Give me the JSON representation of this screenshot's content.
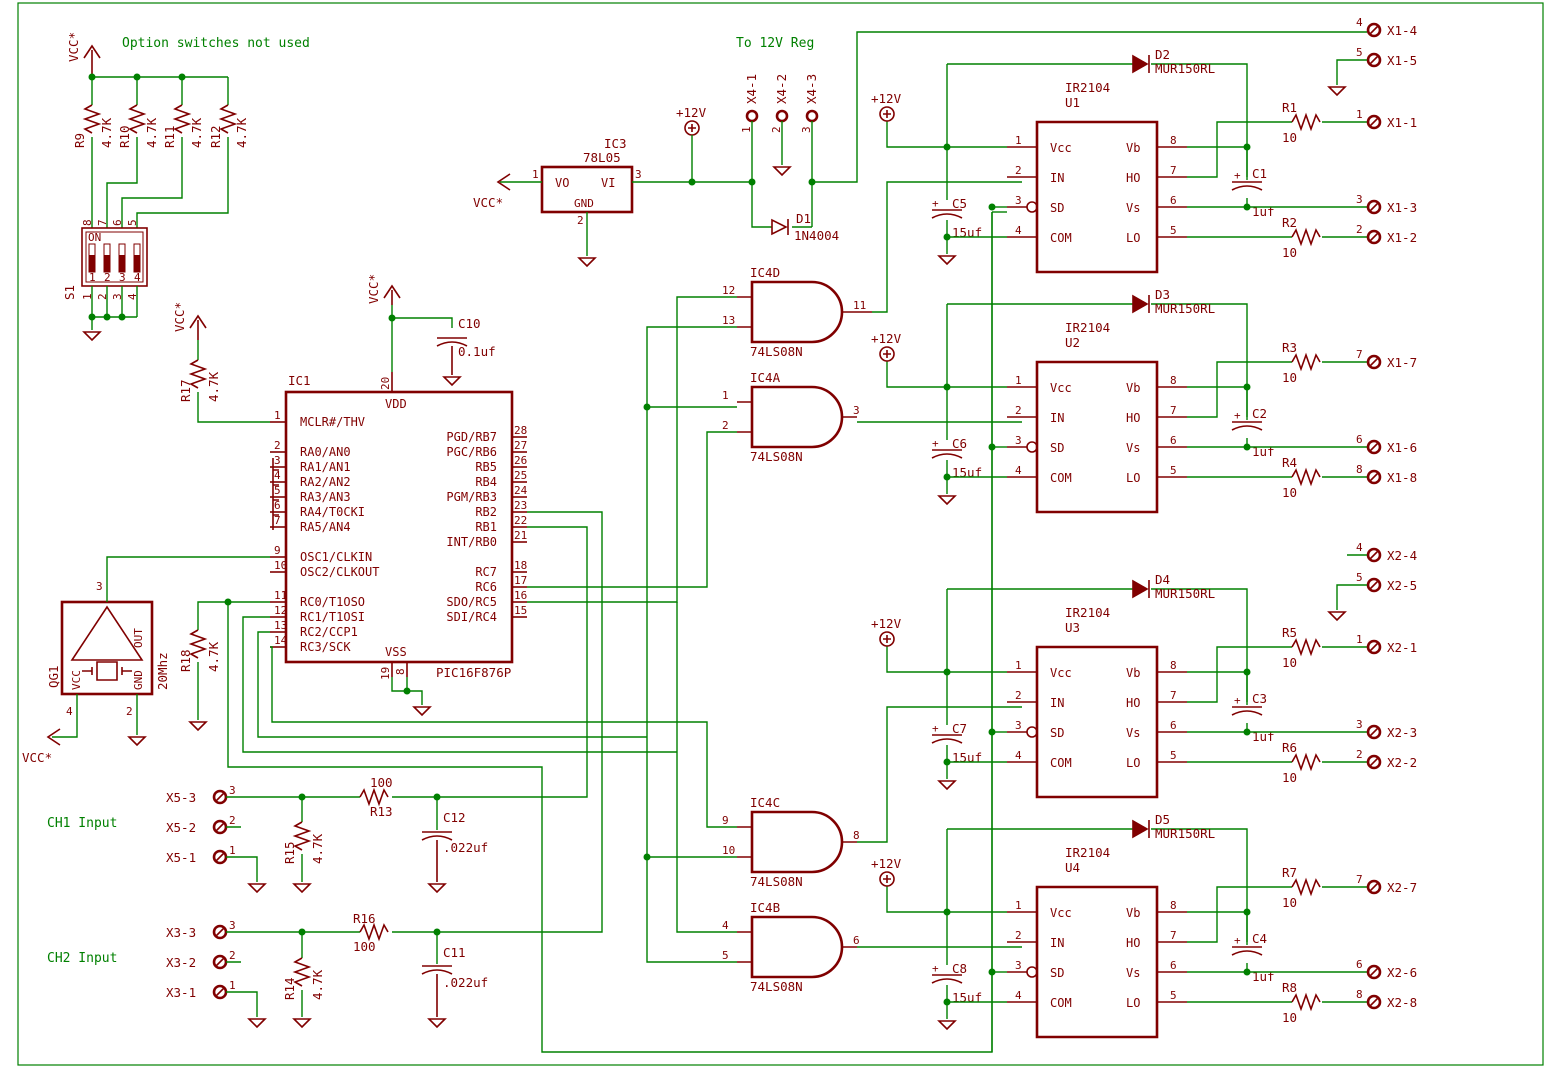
{
  "notes": {
    "option_switches": "Option switches not used",
    "to_12v_reg": "To 12V Reg",
    "ch1_input": "CH1 Input",
    "ch2_input": "CH2 Input"
  },
  "supplies": {
    "vcc": "VCC*",
    "v12": "+12V"
  },
  "ic1": {
    "name": "IC1",
    "part": "PIC16F876P",
    "vdd": "VDD",
    "vss": "VSS",
    "left_pins": [
      {
        "num": "1",
        "name": "MCLR#/THV"
      },
      {
        "num": "2",
        "name": "RA0/AN0"
      },
      {
        "num": "3",
        "name": "RA1/AN1"
      },
      {
        "num": "4",
        "name": "RA2/AN2"
      },
      {
        "num": "5",
        "name": "RA3/AN3"
      },
      {
        "num": "6",
        "name": "RA4/T0CKI"
      },
      {
        "num": "7",
        "name": "RA5/AN4"
      },
      {
        "num": "9",
        "name": "OSC1/CLKIN"
      },
      {
        "num": "10",
        "name": "OSC2/CLKOUT"
      },
      {
        "num": "11",
        "name": "RC0/T1OSO"
      },
      {
        "num": "12",
        "name": "RC1/T1OSI"
      },
      {
        "num": "13",
        "name": "RC2/CCP1"
      },
      {
        "num": "14",
        "name": "RC3/SCK"
      }
    ],
    "right_pins": [
      {
        "num": "28",
        "name": "PGD/RB7"
      },
      {
        "num": "27",
        "name": "PGC/RB6"
      },
      {
        "num": "26",
        "name": "RB5"
      },
      {
        "num": "25",
        "name": "RB4"
      },
      {
        "num": "24",
        "name": "PGM/RB3"
      },
      {
        "num": "23",
        "name": "RB2"
      },
      {
        "num": "22",
        "name": "RB1"
      },
      {
        "num": "21",
        "name": "INT/RB0"
      },
      {
        "num": "18",
        "name": "RC7"
      },
      {
        "num": "17",
        "name": "RC6"
      },
      {
        "num": "16",
        "name": "SDO/RC5"
      },
      {
        "num": "15",
        "name": "SDI/RC4"
      }
    ],
    "pin_vdd": "20",
    "pin_vss1": "19",
    "pin_vss2": "8"
  },
  "ic3": {
    "name": "IC3",
    "part": "78L05",
    "vo": "VO",
    "vi": "VI",
    "gnd": "GND",
    "pin1": "1",
    "pin2": "2",
    "pin3": "3"
  },
  "gates": [
    {
      "name": "IC4D",
      "part": "74LS08N",
      "in1": "12",
      "in2": "13",
      "out": "11"
    },
    {
      "name": "IC4A",
      "part": "74LS08N",
      "in1": "1",
      "in2": "2",
      "out": "3"
    },
    {
      "name": "IC4C",
      "part": "74LS08N",
      "in1": "9",
      "in2": "10",
      "out": "8"
    },
    {
      "name": "IC4B",
      "part": "74LS08N",
      "in1": "4",
      "in2": "5",
      "out": "6"
    }
  ],
  "drivers": [
    {
      "ref": "U1",
      "part": "IR2104",
      "diode": "D2",
      "dpart": "MUR150RL",
      "cboot": "C1",
      "cbval": "1uf",
      "cvcc": "C5",
      "cvval": "15uf",
      "rh": "R1",
      "rl": "R2",
      "rv": "10",
      "conn": [
        {
          "n": "4",
          "l": "X1-4"
        },
        {
          "n": "5",
          "l": "X1-5"
        },
        {
          "n": "1",
          "l": "X1-1"
        },
        {
          "n": "3",
          "l": "X1-3"
        },
        {
          "n": "2",
          "l": "X1-2"
        }
      ]
    },
    {
      "ref": "U2",
      "part": "IR2104",
      "diode": "D3",
      "dpart": "MUR150RL",
      "cboot": "C2",
      "cbval": "1uf",
      "cvcc": "C6",
      "cvval": "15uf",
      "rh": "R3",
      "rl": "R4",
      "rv": "10",
      "conn": [
        {
          "n": "7",
          "l": "X1-7"
        },
        {
          "n": "6",
          "l": "X1-6"
        },
        {
          "n": "8",
          "l": "X1-8"
        }
      ]
    },
    {
      "ref": "U3",
      "part": "IR2104",
      "diode": "D4",
      "dpart": "MUR150RL",
      "cboot": "C3",
      "cbval": "1uf",
      "cvcc": "C7",
      "cvval": "15uf",
      "rh": "R5",
      "rl": "R6",
      "rv": "10",
      "conn": [
        {
          "n": "4",
          "l": "X2-4"
        },
        {
          "n": "5",
          "l": "X2-5"
        },
        {
          "n": "1",
          "l": "X2-1"
        },
        {
          "n": "3",
          "l": "X2-3"
        },
        {
          "n": "2",
          "l": "X2-2"
        }
      ]
    },
    {
      "ref": "U4",
      "part": "IR2104",
      "diode": "D5",
      "dpart": "MUR150RL",
      "cboot": "C4",
      "cbval": "1uf",
      "cvcc": "C8",
      "cvval": "15uf",
      "rh": "R7",
      "rl": "R8",
      "rv": "10",
      "conn": [
        {
          "n": "7",
          "l": "X2-7"
        },
        {
          "n": "6",
          "l": "X2-6"
        },
        {
          "n": "8",
          "l": "X2-8"
        }
      ]
    }
  ],
  "driver_pins": {
    "left": [
      {
        "num": "1",
        "name": "Vcc"
      },
      {
        "num": "2",
        "name": "IN"
      },
      {
        "num": "3",
        "name": "SD"
      },
      {
        "num": "4",
        "name": "COM"
      }
    ],
    "right": [
      {
        "num": "8",
        "name": "Vb"
      },
      {
        "num": "7",
        "name": "HO"
      },
      {
        "num": "6",
        "name": "Vs"
      },
      {
        "num": "5",
        "name": "LO"
      }
    ]
  },
  "pullups": [
    {
      "ref": "R9",
      "val": "4.7K"
    },
    {
      "ref": "R10",
      "val": "4.7K"
    },
    {
      "ref": "R11",
      "val": "4.7K"
    },
    {
      "ref": "R12",
      "val": "4.7K"
    }
  ],
  "switch": {
    "ref": "S1",
    "on": "ON",
    "top_pins": [
      "8",
      "7",
      "6",
      "5"
    ],
    "bottom_pins": [
      "1",
      "2",
      "3",
      "4"
    ],
    "labels": [
      "1",
      "2",
      "3",
      "4"
    ]
  },
  "r17": {
    "ref": "R17",
    "val": "4.7K"
  },
  "r18": {
    "ref": "R18",
    "val": "4.7K"
  },
  "c10": {
    "ref": "C10",
    "val": "0.1uf"
  },
  "osc": {
    "ref": "QG1",
    "freq": "20Mhz",
    "vcc": "VCC",
    "out": "OUT",
    "gnd": "GND",
    "pin3": "3",
    "pin4": "4",
    "pin2": "2"
  },
  "d1": {
    "ref": "D1",
    "part": "1N4004"
  },
  "x4": [
    {
      "n": "1",
      "l": "X4-1"
    },
    {
      "n": "2",
      "l": "X4-2"
    },
    {
      "n": "3",
      "l": "X4-3"
    }
  ],
  "ch1": {
    "conn": [
      {
        "n": "3",
        "l": "X5-3"
      },
      {
        "n": "2",
        "l": "X5-2"
      },
      {
        "n": "1",
        "l": "X5-1"
      }
    ],
    "r_series": {
      "ref": "R13",
      "val": "100"
    },
    "r_pd": {
      "ref": "R15",
      "val": "4.7K"
    },
    "cap": {
      "ref": "C12",
      "val": ".022uf"
    }
  },
  "ch2": {
    "conn": [
      {
        "n": "3",
        "l": "X3-3"
      },
      {
        "n": "2",
        "l": "X3-2"
      },
      {
        "n": "1",
        "l": "X3-1"
      }
    ],
    "r_series": {
      "ref": "R16",
      "val": "100"
    },
    "r_pd": {
      "ref": "R14",
      "val": "4.7K"
    },
    "cap": {
      "ref": "C11",
      "val": ".022uf"
    }
  }
}
